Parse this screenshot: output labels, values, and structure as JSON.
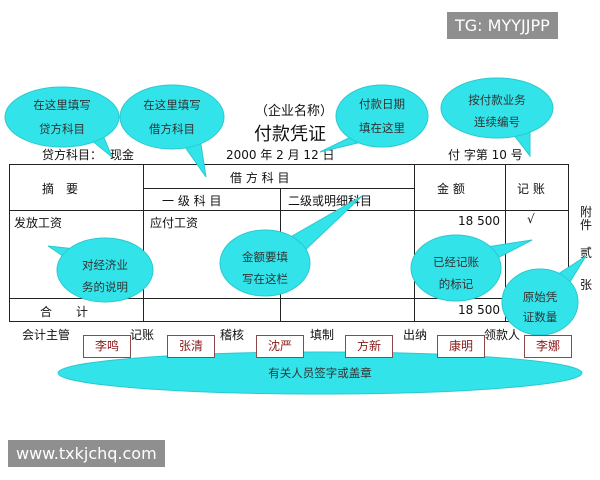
{
  "watermarks": {
    "top": "TG: MYYJJPP",
    "bottom": "www.txkjchq.com"
  },
  "voucher": {
    "company": "（企业名称）",
    "title": "付款凭证",
    "credit_account_label": "贷方科目：",
    "credit_account": "现金",
    "date": "2000 年 2  月 12  日",
    "number": "付 字第 10 号",
    "headers": {
      "summary": "摘　要",
      "debit": "借 方 科 目",
      "level1": "一 级 科 目",
      "level2": "二级或明细科目",
      "amount": "金 额",
      "posted": "记 账"
    },
    "row": {
      "summary": "发放工资",
      "level1": "应付工资",
      "amount": "18 500",
      "posted": "√"
    },
    "total": {
      "label": "合　　计",
      "amount": "18 500"
    },
    "attachments": [
      "附",
      "件",
      "贰",
      "张"
    ],
    "signatures": [
      {
        "role": "会计主管",
        "name": "李鸣"
      },
      {
        "role": "记账",
        "name": "张清"
      },
      {
        "role": "稽核",
        "name": "沈严"
      },
      {
        "role": "填制",
        "name": "方新"
      },
      {
        "role": "出纳",
        "name": "康明"
      },
      {
        "role": "领款人",
        "name": "李娜"
      }
    ]
  },
  "callouts": {
    "credit": [
      "在这里填写",
      "贷方科目"
    ],
    "debit": [
      "在这里填写",
      "借方科目"
    ],
    "date": [
      "付款日期",
      "填在这里"
    ],
    "number": [
      "按付款业务",
      "连续编号"
    ],
    "summary": [
      "对经济业",
      "务的说明"
    ],
    "amount": [
      "金额要填",
      "写在这栏"
    ],
    "posted": [
      "已经记账",
      "的标记"
    ],
    "attach": [
      "原始凭",
      "证数量"
    ],
    "sign": "有关人员签字或盖章"
  },
  "colors": {
    "bubble": "#33e3ea"
  }
}
